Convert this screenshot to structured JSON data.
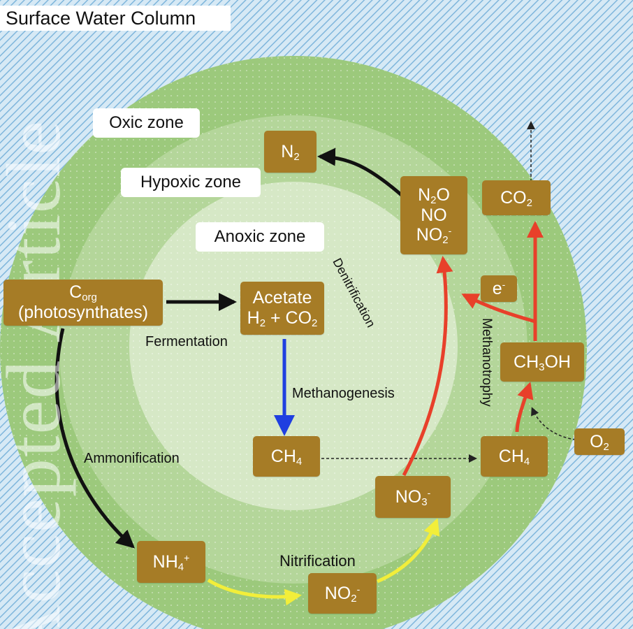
{
  "title": "Surface Water Column",
  "watermark": "Accepted Article",
  "zones": {
    "oxic": "Oxic zone",
    "hypoxic": "Hypoxic zone",
    "anoxic": "Anoxic zone"
  },
  "compounds": {
    "corg": "C",
    "corg_sub": "org",
    "corg_note": "(photosynthates)",
    "acetate": "Acetate",
    "h2co2_a": "H",
    "h2co2_b": "2",
    "h2co2_c": " + CO",
    "h2co2_d": "2",
    "ch4_center": "CH",
    "ch4_center_sub": "4",
    "ch4_right": "CH",
    "ch4_right_sub": "4",
    "n2": "N",
    "n2_sub": "2",
    "n2o": "N",
    "n2o_sub": "2",
    "n2o_tail": "O",
    "no": "NO",
    "no2_top": "NO",
    "no2_top_sub": "2",
    "no2_top_sup": "-",
    "co2": "CO",
    "co2_sub": "2",
    "e": "e",
    "e_sup": "-",
    "ch3oh_a": "CH",
    "ch3oh_sub": "3",
    "ch3oh_b": "OH",
    "o2": "O",
    "o2_sub": "2",
    "nh4": "NH",
    "nh4_sub": "4",
    "nh4_sup": "+",
    "no2_bottom": "NO",
    "no2_bottom_sub": "2",
    "no2_bottom_sup": "-",
    "no3": "NO",
    "no3_sub": "3",
    "no3_sup": "-"
  },
  "processes": {
    "fermentation": "Fermentation",
    "methanogenesis": "Methanogenesis",
    "ammonification": "Ammonification",
    "nitrification": "Nitrification",
    "denitrification": "Denitrification",
    "methanotrophy": "Methanotrophy"
  },
  "colors": {
    "compound_box": "#a67c26",
    "arrow_black": "#111111",
    "arrow_blue": "#1f3fe0",
    "arrow_red": "#e8402a",
    "arrow_yellow": "#f2ee3a",
    "oxic_green": "#9cc97c",
    "hypoxic_green": "#b4d69a",
    "anoxic_green": "#d6e8c6"
  }
}
